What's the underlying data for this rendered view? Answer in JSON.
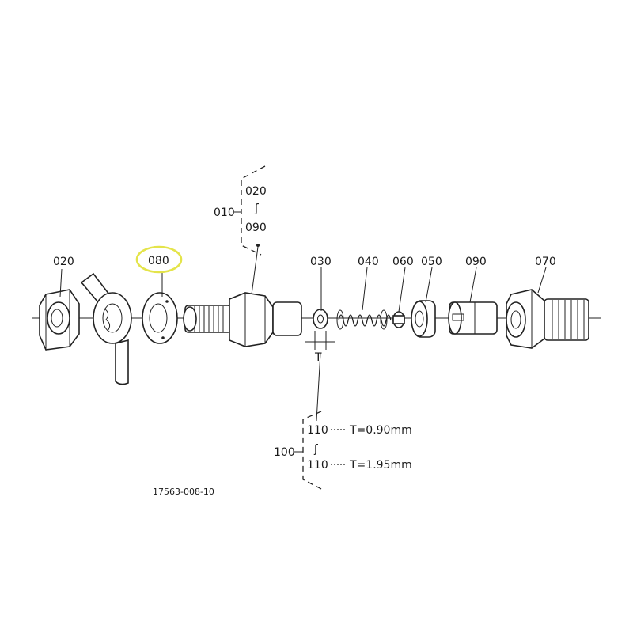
{
  "callouts": {
    "part_020_left": "020",
    "part_080": "080",
    "part_030": "030",
    "part_040": "040",
    "part_060": "060",
    "part_050": "050",
    "part_090": "090",
    "part_070": "070"
  },
  "group_010": {
    "label": "010",
    "range_start": "020",
    "range_symbol": "ʃ",
    "range_end": "090"
  },
  "group_100": {
    "label": "100",
    "range_start": "110",
    "range_symbol": "ʃ",
    "range_end": "110",
    "spec_start": "T=0.90mm",
    "spec_end": "T=1.95mm",
    "thickness_symbol": "T"
  },
  "drawing_number": "17563-008-10",
  "highlight_color": "#e4e44a"
}
